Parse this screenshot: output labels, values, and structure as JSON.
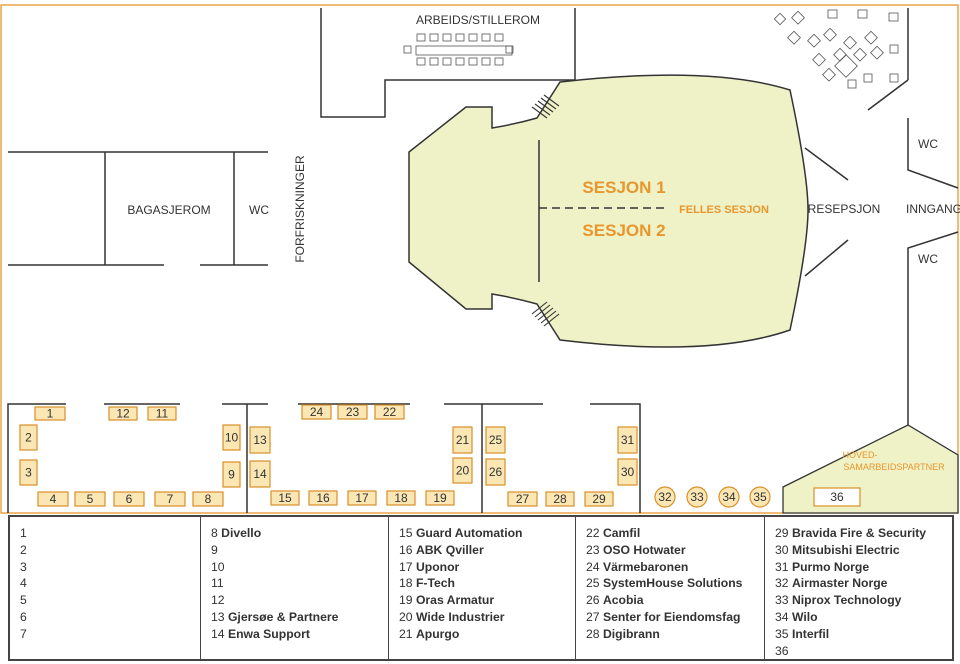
{
  "rooms": {
    "arbeids_stillerom": "ARBEIDS/STILLEROM",
    "bagasjerom": "BAGASJEROM",
    "wc_left": "WC",
    "forfriskninger": "FORFRISKNINGER",
    "wc_right_top": "WC",
    "wc_right_bottom": "WC",
    "resepsjon": "RESEPSJON",
    "inngang": "INNGANG"
  },
  "hall": {
    "session1": "SESJON 1",
    "session2": "SESJON 2",
    "joint_session": "FELLES SESJON"
  },
  "main_partner_area": {
    "line1": "HOVED-",
    "line2": "SAMARBEIDSPARTNER"
  },
  "booths": [
    "1",
    "2",
    "3",
    "4",
    "5",
    "6",
    "7",
    "8",
    "9",
    "10",
    "11",
    "12",
    "13",
    "14",
    "15",
    "16",
    "17",
    "18",
    "19",
    "20",
    "21",
    "22",
    "23",
    "24",
    "25",
    "26",
    "27",
    "28",
    "29",
    "30",
    "31",
    "32",
    "33",
    "34",
    "35",
    "36"
  ],
  "legend": [
    [
      {
        "num": "1",
        "name": ""
      },
      {
        "num": "2",
        "name": ""
      },
      {
        "num": "3",
        "name": ""
      },
      {
        "num": "4",
        "name": ""
      },
      {
        "num": "5",
        "name": ""
      },
      {
        "num": "6",
        "name": ""
      },
      {
        "num": "7",
        "name": ""
      }
    ],
    [
      {
        "num": "8",
        "name": "Divello"
      },
      {
        "num": "9",
        "name": ""
      },
      {
        "num": "10",
        "name": ""
      },
      {
        "num": "11",
        "name": ""
      },
      {
        "num": "12",
        "name": ""
      },
      {
        "num": "13",
        "name": "Gjersøe & Partnere"
      },
      {
        "num": "14",
        "name": "Enwa Support"
      }
    ],
    [
      {
        "num": "15",
        "name": "Guard Automation"
      },
      {
        "num": "16",
        "name": "ABK Qviller"
      },
      {
        "num": "17",
        "name": "Uponor"
      },
      {
        "num": "18",
        "name": "F-Tech"
      },
      {
        "num": "19",
        "name": "Oras Armatur"
      },
      {
        "num": "20",
        "name": "Wide Industrier"
      },
      {
        "num": "21",
        "name": "Apurgo"
      }
    ],
    [
      {
        "num": "22",
        "name": "Camfil"
      },
      {
        "num": "23",
        "name": "OSO Hotwater"
      },
      {
        "num": "24",
        "name": "Värmebaronen"
      },
      {
        "num": "25",
        "name": "SystemHouse Solutions"
      },
      {
        "num": "26",
        "name": "Acobia"
      },
      {
        "num": "27",
        "name": "Senter for Eiendomsfag"
      },
      {
        "num": "28",
        "name": "Digibrann"
      }
    ],
    [
      {
        "num": "29",
        "name": "Bravida Fire & Security"
      },
      {
        "num": "30",
        "name": "Mitsubishi Electric"
      },
      {
        "num": "31",
        "name": "Purmo Norge"
      },
      {
        "num": "32",
        "name": "Airmaster Norge"
      },
      {
        "num": "33",
        "name": "Niprox Technology"
      },
      {
        "num": "34",
        "name": "Wilo"
      },
      {
        "num": "35",
        "name": "Interfil"
      },
      {
        "num": "36",
        "name": ""
      }
    ]
  ],
  "colors": {
    "hall_fill": "#eef2c6",
    "accent_orange": "#e8962e",
    "booth_fill": "#fbe7b4",
    "booth_stroke": "#d9902a",
    "wall": "#333333"
  }
}
